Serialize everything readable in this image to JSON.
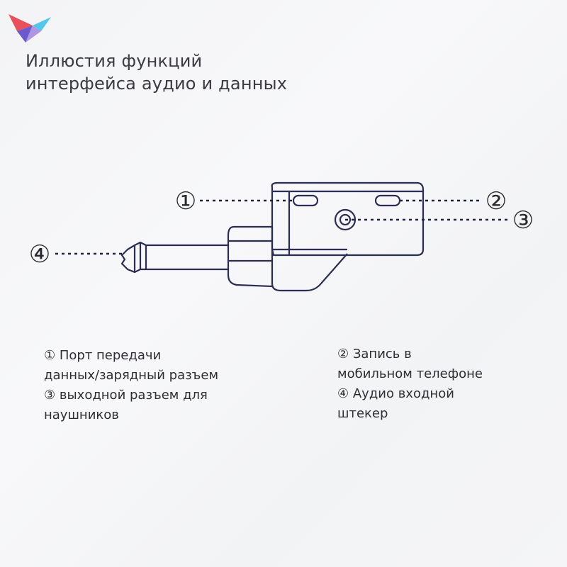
{
  "title": {
    "line1": "Иллюстия функций",
    "line2": "интерфейса аудио и данных"
  },
  "callouts": [
    "①",
    "②",
    "③",
    "④"
  ],
  "captions": {
    "left": [
      "① Порт передачи",
      "данных/зарядный разъем",
      "③ выходной разъем для",
      "наушников"
    ],
    "right": [
      "② Запись в",
      "мобильном телефоне",
      "④ Аудио входной",
      "штекер"
    ]
  },
  "colors": {
    "device_stroke": "#2b2d52",
    "dashed_line": "#1e2040",
    "logo_red": "#e8505b",
    "logo_cyan": "#52c8e8",
    "logo_purple": "#6a5acd"
  },
  "icons": {
    "logo": "arrow-logo-icon"
  }
}
